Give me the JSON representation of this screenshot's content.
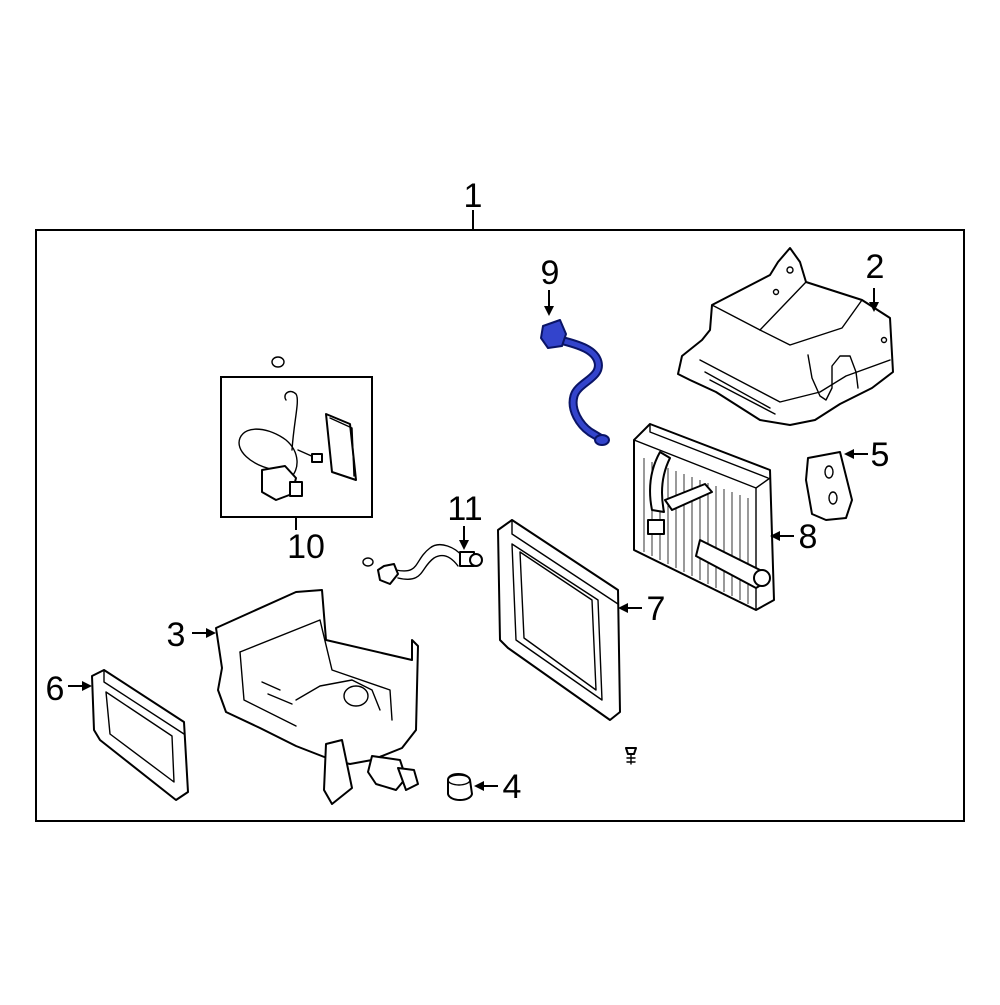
{
  "diagram": {
    "assembly_callout": "1",
    "highlight_color": "#3344cc",
    "callouts": [
      {
        "id": "1",
        "part": "assembly"
      },
      {
        "id": "2",
        "part": "upper-case"
      },
      {
        "id": "3",
        "part": "lower-case"
      },
      {
        "id": "4",
        "part": "grommet"
      },
      {
        "id": "5",
        "part": "seal"
      },
      {
        "id": "6",
        "part": "packing"
      },
      {
        "id": "7",
        "part": "evaporator-seal"
      },
      {
        "id": "8",
        "part": "evaporator-core"
      },
      {
        "id": "9",
        "part": "thermo-sensor",
        "highlighted": true
      },
      {
        "id": "10",
        "part": "expansion-valve-kit"
      },
      {
        "id": "11",
        "part": "drain-hose"
      }
    ]
  }
}
